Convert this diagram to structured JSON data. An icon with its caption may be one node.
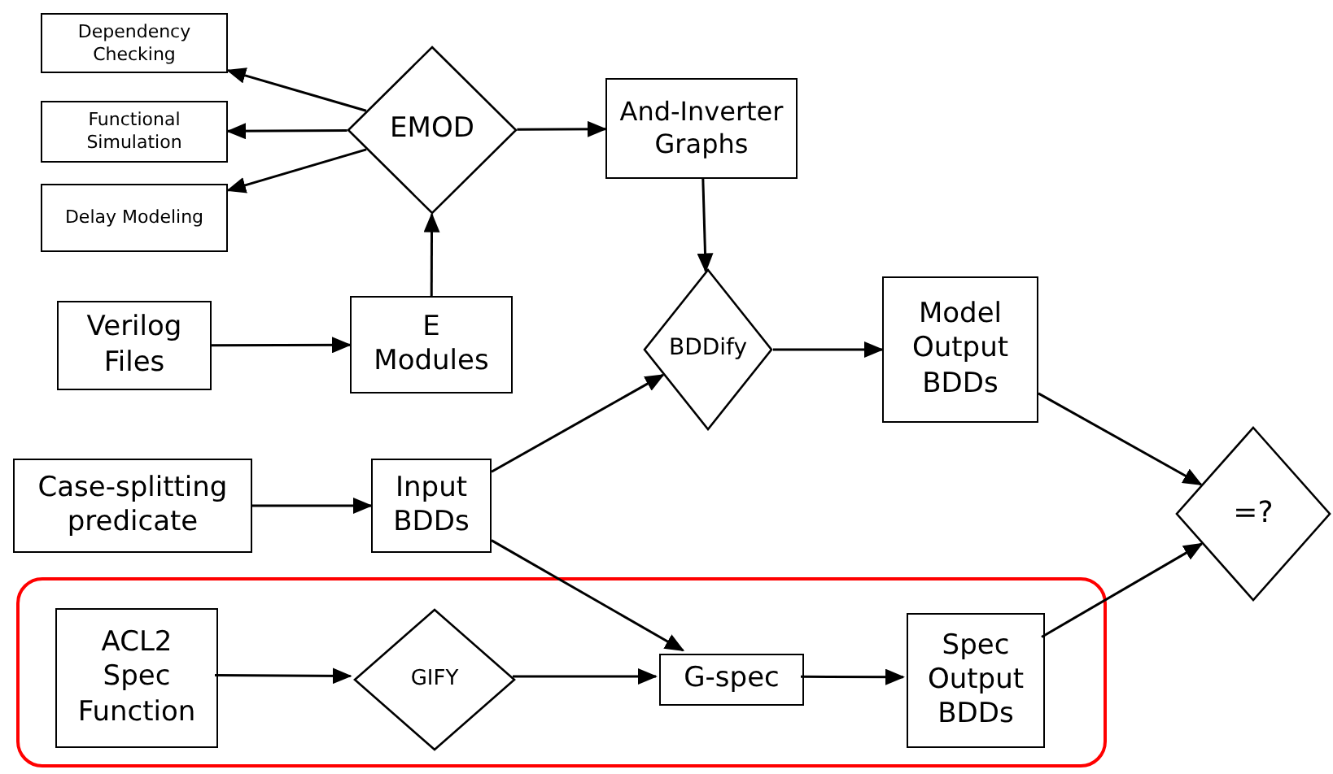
{
  "diagram": {
    "nodes": [
      {
        "text": [
          "Dependency Checking"
        ]
      },
      {
        "text": [
          "Functional Simulation"
        ]
      },
      {
        "text": [
          "Delay Modeling"
        ]
      },
      {
        "text": [
          "EMOD"
        ]
      },
      {
        "text": [
          "And-Inverter Graphs"
        ]
      },
      {
        "text": [
          "Verilog Files"
        ]
      },
      {
        "text": [
          "E Modules"
        ]
      },
      {
        "text": [
          "BDDify"
        ]
      },
      {
        "text": [
          "Model Output BDDs"
        ]
      },
      {
        "text": [
          "Case-splitting predicate"
        ]
      },
      {
        "text": [
          "Input BDDs"
        ]
      },
      {
        "text": [],
        "shape": "box"
      },
      {
        "text": [
          "ACL2 Spec Function"
        ],
        "in": 11
      },
      {
        "text": [
          "GIFY"
        ],
        "in": 11
      },
      {
        "text": [
          "G-spec"
        ],
        "in": 11
      },
      {
        "text": [
          "Spec Output BDDs"
        ],
        "in": 11
      },
      {
        "text": [
          "=?"
        ]
      }
    ],
    "edges": [
      {
        "from": 3,
        "to": 0,
        "arrow": "to"
      },
      {
        "from": 3,
        "to": 1,
        "arrow": "to"
      },
      {
        "from": 3,
        "to": 2,
        "arrow": "to"
      },
      {
        "from": 3,
        "to": 4,
        "arrow": "to"
      },
      {
        "from": 6,
        "to": 3,
        "arrow": "to"
      },
      {
        "from": 5,
        "to": 6,
        "arrow": "to"
      },
      {
        "from": 4,
        "to": 7,
        "arrow": "to"
      },
      {
        "from": 7,
        "to": 8,
        "arrow": "to"
      },
      {
        "from": 10,
        "to": 7,
        "arrow": "to"
      },
      {
        "from": 9,
        "to": 10,
        "arrow": "to"
      },
      {
        "from": 10,
        "to": 14,
        "arrow": "to"
      },
      {
        "from": 8,
        "to": 16,
        "arrow": "to"
      },
      {
        "from": 15,
        "to": 16,
        "arrow": "to"
      },
      {
        "from": 12,
        "to": 13,
        "arrow": "to"
      },
      {
        "from": 13,
        "to": 14,
        "arrow": "to"
      },
      {
        "from": 14,
        "to": 15,
        "arrow": "to"
      }
    ]
  }
}
